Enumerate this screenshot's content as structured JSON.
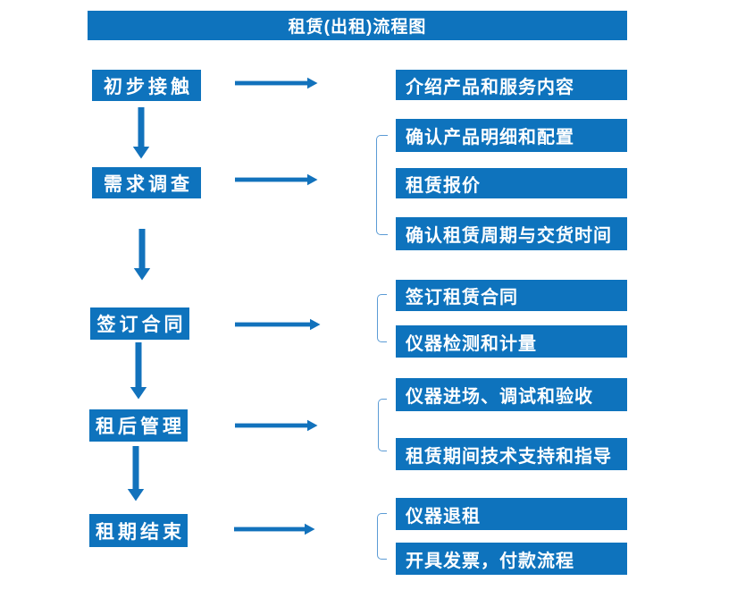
{
  "title": "租赁(出租)流程图",
  "colors": {
    "box_blue": "#0e73bd",
    "arrow_blue": "#1272bc",
    "bracket_blue": "#5b9bd5",
    "text_white": "#ffffff"
  },
  "steps": [
    {
      "label": "初步接触",
      "details": [
        "介绍产品和服务内容"
      ]
    },
    {
      "label": "需求调查",
      "details": [
        "确认产品明细和配置",
        "租赁报价",
        "确认租赁周期与交货时间"
      ]
    },
    {
      "label": "签订合同",
      "details": [
        "签订租赁合同",
        "仪器检测和计量"
      ]
    },
    {
      "label": "租后管理",
      "details": [
        "仪器进场、调试和验收",
        "租赁期间技术支持和指导"
      ]
    },
    {
      "label": "租期结束",
      "details": [
        "仪器退租",
        "开具发票，付款流程"
      ]
    }
  ]
}
